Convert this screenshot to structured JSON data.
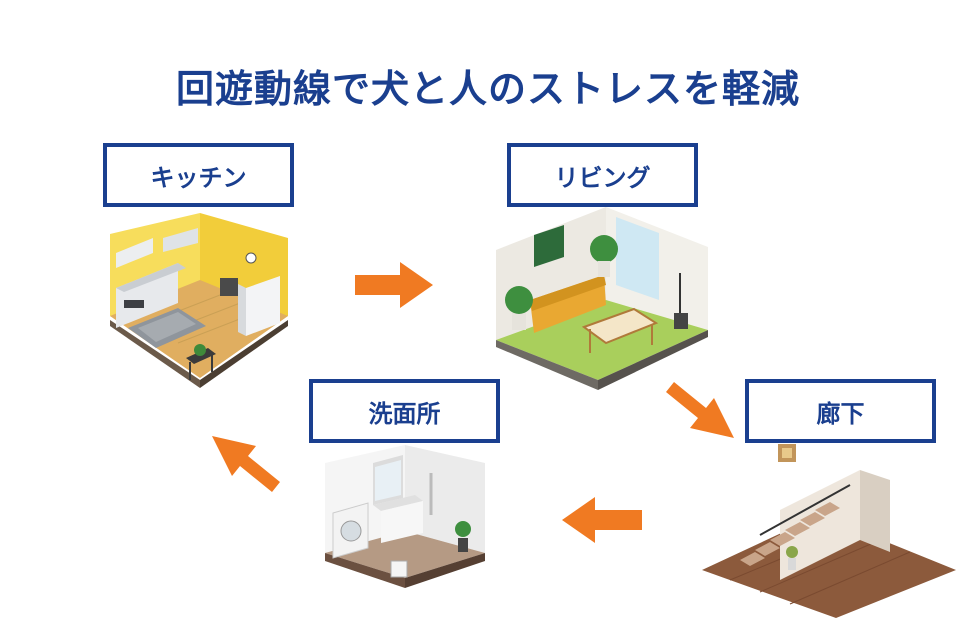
{
  "title": "回遊動線で犬と人のストレスを軽減",
  "rooms": {
    "kitchen": "キッチン",
    "living": "リビング",
    "hallway": "廊下",
    "washroom": "洗面所"
  },
  "colors": {
    "title": "#1a3f8f",
    "label_border": "#1a3f8f",
    "arrow": "#f07a22"
  }
}
